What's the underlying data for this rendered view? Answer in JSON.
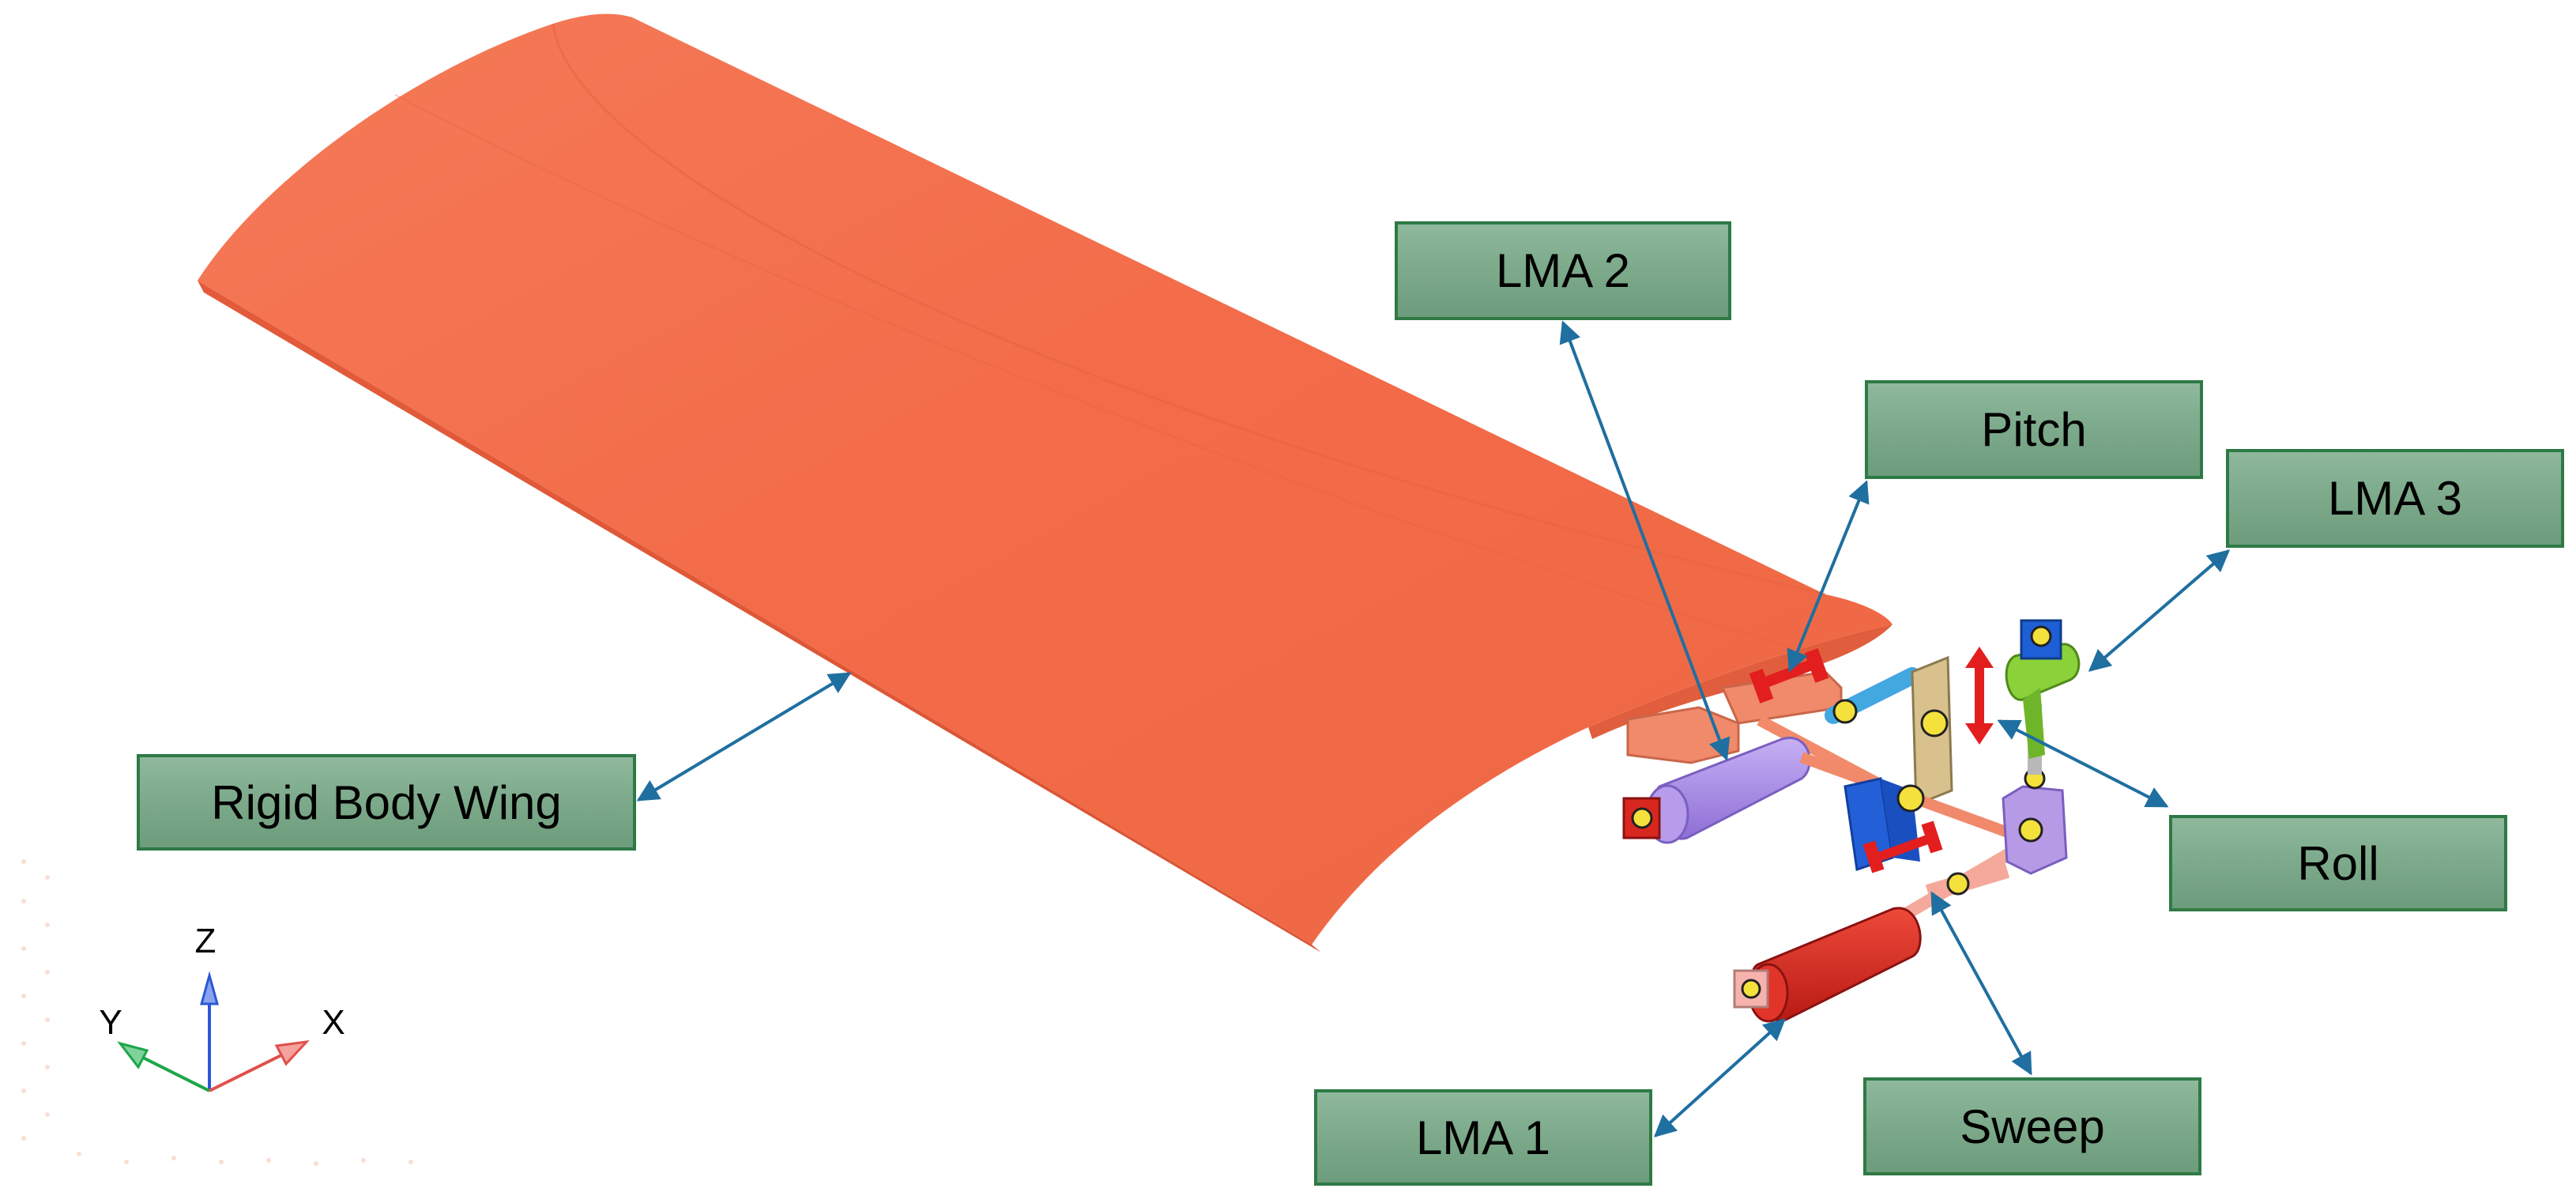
{
  "labels": {
    "lma2": "LMA 2",
    "pitch": "Pitch",
    "lma3": "LMA 3",
    "rigid_body_wing": "Rigid Body Wing",
    "roll": "Roll",
    "lma1": "LMA 1",
    "sweep": "Sweep"
  },
  "triad": {
    "z": "Z",
    "y": "Y",
    "x": "X"
  },
  "colors": {
    "wing": "#f26d4b",
    "label_fill": "#7aa889",
    "label_border": "#2e7a45",
    "leader_line": "#1f6fa0",
    "actuator_purple": "#a98ce6",
    "actuator_red": "#d8271f",
    "axis_z": "#2b56d6",
    "axis_y": "#1ca64a",
    "axis_x": "#e0504a"
  }
}
